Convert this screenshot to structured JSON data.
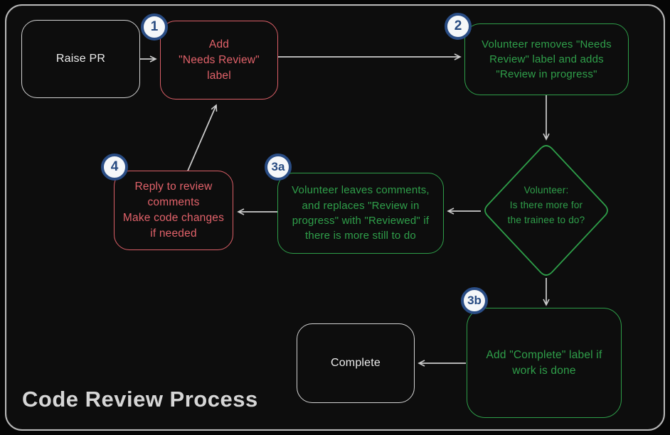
{
  "title": "Code Review Process",
  "colors": {
    "red_accent": "#e2626a",
    "green_accent": "#2e9e49",
    "badge_blue": "#274b82",
    "neutral_line": "#cdcdcd"
  },
  "nodes": {
    "raise_pr": {
      "label": "Raise PR"
    },
    "add_needs_review": {
      "badge": "1",
      "label": "Add\n\"Needs Review\"\nlabel"
    },
    "volunteer_removes": {
      "badge": "2",
      "label": "Volunteer removes \"Needs\nReview\" label and adds\n\"Review in progress\""
    },
    "decision": {
      "label": "Volunteer:\nIs there more for\nthe trainee to do?"
    },
    "volunteer_leaves_comments": {
      "badge": "3a",
      "label": "Volunteer leaves comments,\nand replaces \"Review in\nprogress\" with \"Reviewed\" if\nthere is more still to do"
    },
    "reply_to_review": {
      "badge": "4",
      "label": "Reply to review\ncomments\nMake code changes\nif needed"
    },
    "add_complete": {
      "badge": "3b",
      "label": "Add \"Complete\" label if\nwork is done"
    },
    "complete": {
      "label": "Complete"
    }
  }
}
